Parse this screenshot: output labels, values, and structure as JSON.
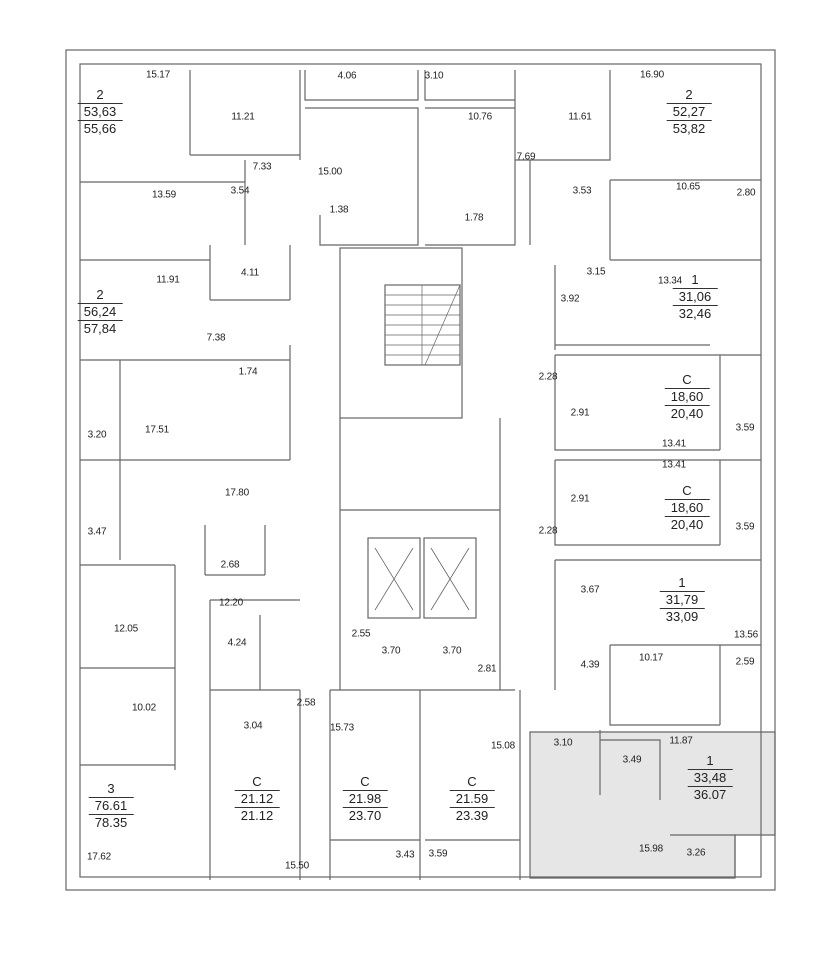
{
  "apartments": [
    {
      "type": "2",
      "living_area": "53,63",
      "total_area": "55,66"
    },
    {
      "type": "2",
      "living_area": "56,24",
      "total_area": "57,84"
    },
    {
      "type": "3",
      "living_area": "76.61",
      "total_area": "78.35"
    },
    {
      "type": "C",
      "living_area": "21.12",
      "total_area": "21.12"
    },
    {
      "type": "C",
      "living_area": "21.98",
      "total_area": "23.70"
    },
    {
      "type": "C",
      "living_area": "21.59",
      "total_area": "23.39"
    },
    {
      "type": "2",
      "living_area": "52,27",
      "total_area": "53,82"
    },
    {
      "type": "1",
      "living_area": "31,06",
      "total_area": "32,46"
    },
    {
      "type": "C",
      "living_area": "18,60",
      "total_area": "20,40"
    },
    {
      "type": "C",
      "living_area": "18,60",
      "total_area": "20,40"
    },
    {
      "type": "1",
      "living_area": "31,79",
      "total_area": "33,09"
    },
    {
      "type": "1",
      "living_area": "33,48",
      "total_area": "36.07",
      "highlighted": true
    }
  ],
  "rooms": [
    "15.17",
    "11.21",
    "4.06",
    "15.00",
    "7.33",
    "3.54",
    "13.59",
    "1.38",
    "4.11",
    "11.91",
    "7.38",
    "1.74",
    "3.20",
    "17.51",
    "17.80",
    "3.47",
    "2.68",
    "12.20",
    "12.05",
    "4.24",
    "10.02",
    "3.04",
    "2.58",
    "15.73",
    "2.55",
    "3.70",
    "3.70",
    "2.81",
    "15.08",
    "17.62",
    "15.50",
    "3.43",
    "3.59",
    "3.10",
    "10.76",
    "11.61",
    "16.90",
    "7.69",
    "3.53",
    "1.78",
    "10.65",
    "2.80",
    "3.15",
    "13.34",
    "3.92",
    "2.28",
    "2.91",
    "13.41",
    "3.59",
    "13.41",
    "2.91",
    "3.59",
    "2.28",
    "3.67",
    "13.56",
    "4.39",
    "10.17",
    "2.59",
    "3.10",
    "11.87",
    "3.49",
    "15.98",
    "3.26"
  ],
  "colors": {
    "wall": "#555555",
    "highlight": "#e6e6e6"
  }
}
